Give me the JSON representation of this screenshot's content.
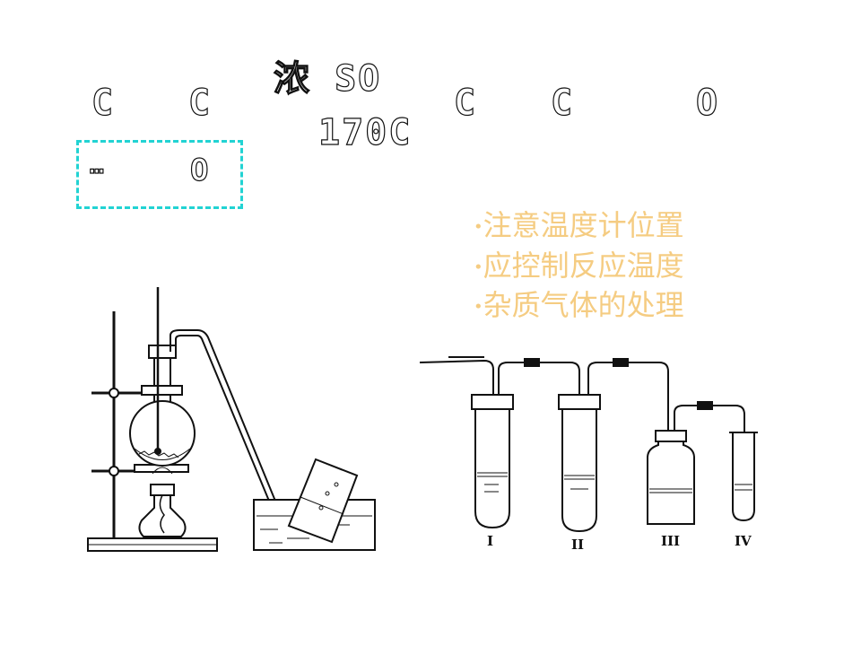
{
  "equation": {
    "reactant_a": "C",
    "reactant_b": "C",
    "condition_top": "浓 SO",
    "condition_bottom": "170C",
    "product_a": "C",
    "product_b": "C",
    "product_c": "O",
    "sub_left": "…",
    "sub_right": "O"
  },
  "notes": [
    "注意温度计位置",
    "应控制反应温度",
    "杂质气体的处理"
  ],
  "bottle_labels": [
    "I",
    "II",
    "III",
    "IV"
  ],
  "colors": {
    "notes_text": "#f5cc82",
    "dashed_box": "#22d3d3",
    "line_art": "#111111"
  }
}
